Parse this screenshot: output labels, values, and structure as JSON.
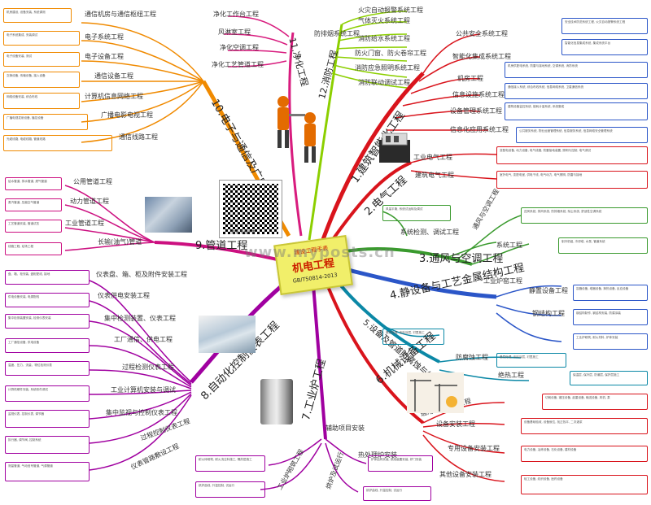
{
  "center": {
    "subtitle": "建设工程手表",
    "title": "机电工程",
    "code": "GB/T50814-2013",
    "watermark": "www.myposts.cn"
  },
  "colors": {
    "red": "#d9141c",
    "green": "#3a9a2e",
    "blue": "#2b56c8",
    "teal": "#0b88a6",
    "purple": "#a000a0",
    "orange": "#f08a00",
    "lime": "#8ccf00",
    "magenta": "#cc1080",
    "sky": "#2f8fe0",
    "pink": "#d81c7e",
    "gold": "#c89a00"
  },
  "branches": {
    "b1": {
      "title": "1.建筑智能化工程",
      "items": [
        "公共安全系统工程",
        "智能化集成系统工程",
        "机房工程",
        "信息设施系统工程",
        "设备管理系统工程",
        "信息化应用系统工程"
      ],
      "notes": [
        "安全技术防范系统工程, 火灾自动报警系统工程",
        "智能化信息集成系统, 集成系统平台",
        "机房供配电系统, 防雷与接地系统, 空调系统, 消防系统",
        "通信接入系统, 综合布线系统, 信息网络系统, 卫星通信系统",
        "建筑设备监控系统, 能耗计量系统, 系统集成",
        "公共服务系统, 物业运营管理系统, 信息服务系统, 信息网络安全管理系统"
      ]
    },
    "b2": {
      "title": "2.电气工程",
      "items": [
        "工业电气工程",
        "建筑电气工程"
      ],
      "notes": [
        "变配电设备, 动力设备, 电气线路, 防雷接地装置, 照明与控制, 电气调试",
        "室外电气, 变配电室, 供电干线, 电气动力, 电气照明, 防雷与接地"
      ]
    },
    "b3": {
      "title": "3.通风与空调工程",
      "items": [
        "通风与空调工程",
        "系统检测、调试工程",
        "系统工程"
      ],
      "notes": [
        "送风系统, 排风系统, 防排烟系统, 除尘系统, 舒适性空调系统",
        "风量平衡, 系统试运转及调试",
        "制冷机组, 冷却塔, 水泵, 管道系统"
      ]
    },
    "b4": {
      "title": "4.静设备与工艺金属结构工程",
      "items": [
        "静置设备工程",
        "钢结构工程",
        "工业炉窑工程"
      ],
      "notes": [
        "容器设备, 塔器设备, 换热设备, 反应设备",
        "钢结构制作, 钢结构安装, 防腐涂装",
        "工业炉砌筑, 耐火材料, 炉体安装"
      ]
    },
    "b5": {
      "title": "5.设备及管道防腐蚀与绝热",
      "items": [
        "防腐蚀工程",
        "绝热工程"
      ],
      "notes": [
        "基层处理, 涂料涂层, 衬里施工",
        "保温层, 保冷层, 防潮层, 保护层施工"
      ]
    },
    "b6": {
      "title": "6.机械设备工程",
      "items": [
        "通用设备安装工程",
        "设备安装工程",
        "专用设备安装工程",
        "其他设备安装工程"
      ],
      "notes": [
        "切削设备, 锻压设备, 起重设备, 输送设备, 风机, 泵",
        "设备基础验收, 设备就位, 找正找平, 二次灌浆",
        "电力设备, 冶炼设备, 石化设备, 建材设备",
        "轻工设备, 纺织设备, 医药设备"
      ]
    },
    "b7": {
      "title": "7.工业炉工程",
      "items": [
        "热处理炉安装",
        "工业炉砌筑工程",
        "烘炉及试运行",
        "辅助项目安装"
      ],
      "notes": [
        "炉体结构安装, 燃烧装置安装, 炉门安装",
        "耐火砖砌筑, 耐火浇注料施工, 隔热层施工",
        "烘炉曲线, 升温控制, 试运行"
      ]
    },
    "b8": {
      "title": "8.自动化控制仪表工程",
      "items": [
        "仪表盘、箱、柜及附件安装工程",
        "仪表供电安装工程",
        "集中检测装置、仪表工程",
        "工厂通信、供电工程",
        "过程检测仪表工程",
        "工业计算机安装与调试",
        "集中监视与控制仪表工程",
        "过程控制仪表工程",
        "仪表管路敷设工程"
      ],
      "notes": [
        "盘、箱、柜安装, 盘柜配线, 接地",
        "供电设备安装, 电源配线",
        "集中检测装置安装, 检测仪表安装",
        "工厂通信设备, 供电设备",
        "温度、压力、流量、物位检测仪表",
        "计算机硬件安装, 系统软件调试",
        "监视仪表, 控制仪表, 调节器",
        "执行器, 调节阀, 控制系统",
        "测量管道, 气动信号管道, 气源管道"
      ]
    },
    "b9": {
      "title": "9.管道工程",
      "items": [
        "公用管道工程",
        "动力管道工程",
        "工业管道工程",
        "长输(油气)管道"
      ],
      "notes": [
        "给水管道, 排水管道, 燃气管道",
        "蒸汽管道, 压缩空气管道",
        "工艺管道安装, 管道试压",
        "线路工程, 站场工程"
      ]
    },
    "b10": {
      "title": "10.电子与通信及广电工程",
      "items": [
        "通信机房与通信枢纽工程",
        "电子系统工程",
        "电子设备工程",
        "通信设备工程",
        "计算机信息网络工程",
        "广播电影电视工程",
        "通信线路工程"
      ],
      "notes": [
        "机房建设, 设备安装, 系统调测",
        "电子系统集成, 安装调试",
        "电子设备安装, 测试",
        "交换设备, 传输设备, 接入设备",
        "网络设备安装, 综合布线",
        "广播电视发射设备, 播控设备",
        "光缆线路, 电缆线路, 管道线路"
      ]
    },
    "b11": {
      "title": "11.净化工程",
      "items": [
        "净化工作台工程",
        "风淋室工程",
        "净化空调工程",
        "净化工艺管道工程"
      ]
    },
    "b12": {
      "title": "12.消防工程",
      "items": [
        "火灾自动报警系统工程",
        "气体灭火系统工程",
        "防排烟系统工程",
        "消防给水系统工程",
        "防火门窗、防火卷帘工程",
        "消防应急照明系统工程",
        "消防联动调试工程"
      ]
    }
  },
  "qr_label": "建设工程手表"
}
